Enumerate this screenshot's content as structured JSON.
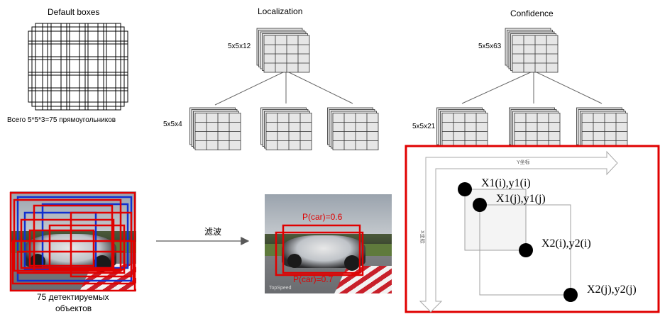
{
  "titles": {
    "default_boxes": "Default  boxes",
    "localization": "Localization",
    "confidence": "Confidence"
  },
  "dims": {
    "loc_top": "5x5x12",
    "loc_child": "5x5x4",
    "conf_top": "5x5x63",
    "conf_child": "5x5x21"
  },
  "captions": {
    "total_boxes": "Всего 5*5*3=75 прямоугольников",
    "detected_line1": "75 детектируемых",
    "detected_line2": "объектов",
    "filter": "滤波"
  },
  "detections": {
    "p_top": "P(car)=0.6",
    "p_bottom": "P(car)=0.7",
    "photo_watermark": "TopSpeed"
  },
  "coords": {
    "y_axis": "Y坐标",
    "x_axis": "X坐标",
    "p1": "X1(i),y1(i)",
    "p2": "X1(j),y1(j)",
    "p3": "X2(i),y2(i)",
    "p4": "X2(j),y2(j)"
  },
  "colors": {
    "red": "#e00000",
    "blue": "#1030d0",
    "grid_fill": "#e6e6e6",
    "axis_gray": "#a8a8a8"
  }
}
